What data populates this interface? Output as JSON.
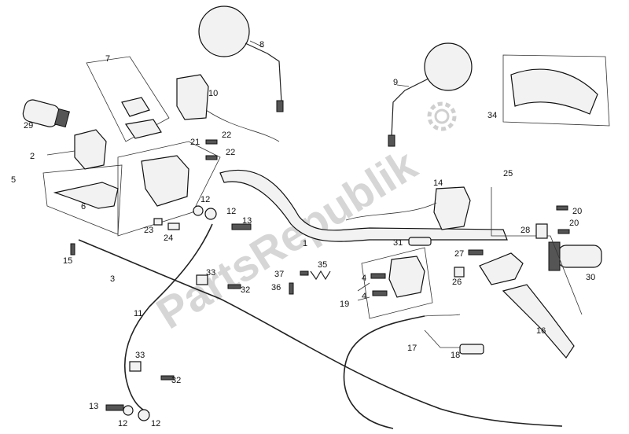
{
  "watermark": "PartsRepublik",
  "labels": {
    "l1": "1",
    "l2": "2",
    "l3": "3",
    "l4a": "4",
    "l4b": "4",
    "l5": "5",
    "l6": "6",
    "l7": "7",
    "l8": "8",
    "l9": "9",
    "l10": "10",
    "l11": "11",
    "l12a": "12",
    "l12b": "12",
    "l12c": "12",
    "l12d": "12",
    "l13a": "13",
    "l13b": "13",
    "l14": "14",
    "l15": "15",
    "l16": "16",
    "l17": "17",
    "l18": "18",
    "l19": "19",
    "l20a": "20",
    "l20b": "20",
    "l21": "21",
    "l22a": "22",
    "l22b": "22",
    "l23": "23",
    "l24": "24",
    "l25": "25",
    "l26": "26",
    "l27": "27",
    "l28": "28",
    "l29": "29",
    "l30": "30",
    "l31": "31",
    "l32a": "32",
    "l32b": "32",
    "l33a": "33",
    "l33b": "33",
    "l34": "34",
    "l35": "35",
    "l36": "36",
    "l37": "37"
  },
  "colors": {
    "ink": "#111111",
    "watermark": "#d6d6d6",
    "background": "#ffffff"
  }
}
